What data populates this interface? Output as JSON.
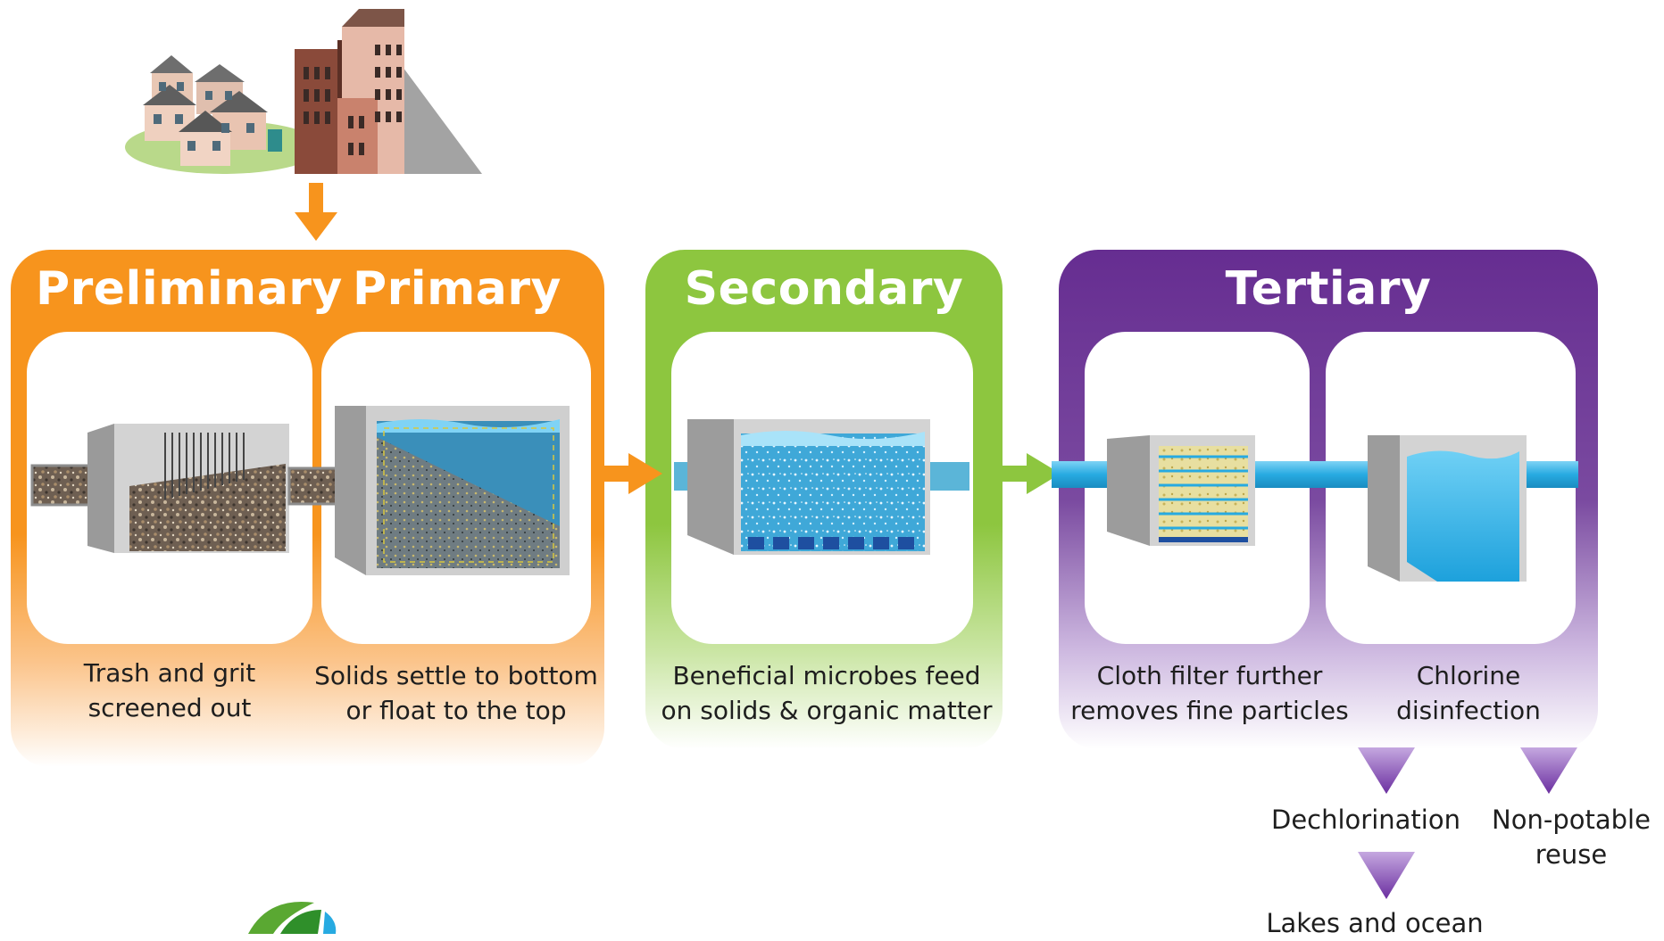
{
  "stages": [
    {
      "id": "preliminary",
      "title": "Preliminary",
      "caption": [
        "Trash and grit",
        "screened out"
      ],
      "color": "#f7941d"
    },
    {
      "id": "primary",
      "title": "Primary",
      "caption": [
        "Solids settle to bottom",
        "or float to the top"
      ],
      "color": "#f7941d"
    },
    {
      "id": "secondary",
      "title": "Secondary",
      "caption": [
        "Beneficial microbes feed",
        "on solids & organic matter"
      ],
      "color": "#8dc63f"
    },
    {
      "id": "tertiary",
      "title": "Tertiary",
      "caption": [],
      "color": "#662d91"
    },
    {
      "id": "cloth-filter",
      "title": "",
      "caption": [
        "Cloth filter further",
        "removes fine particles"
      ],
      "color": "#662d91"
    },
    {
      "id": "chlorine",
      "title": "",
      "caption": [
        "Chlorine",
        "disinfection"
      ],
      "color": "#662d91"
    }
  ],
  "outputs": {
    "dechlorination": "Dechlorination",
    "non_potable": [
      "Non-potable",
      "reuse"
    ],
    "lakes": "Lakes and ocean"
  },
  "colors": {
    "orange": "#f7941d",
    "green": "#8dc63f",
    "purple": "#662d91",
    "water": "#27aae1"
  },
  "icons": [
    "houses-and-buildings-icon",
    "down-arrow-icon",
    "right-arrow-icon",
    "bar-screen-tank-icon",
    "settling-tank-icon",
    "aeration-tank-icon",
    "cloth-filter-icon",
    "chlorine-tank-icon",
    "triangle-down-icon",
    "logo-icon"
  ]
}
